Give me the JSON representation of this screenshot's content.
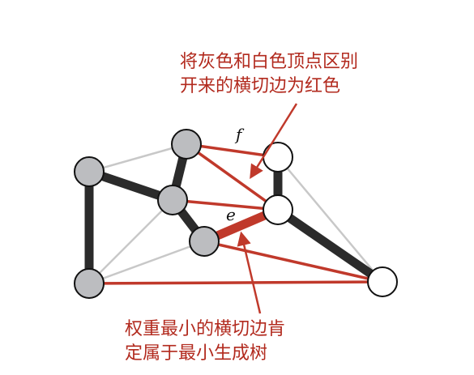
{
  "annotations": {
    "cut_note": [
      "将灰色和白色顶点区别",
      "开来的横切边为红色"
    ],
    "mst_note": [
      "权重最小的横切边肯",
      "定属于最小生成树"
    ]
  },
  "edge_labels": {
    "f": "f",
    "e": "e"
  },
  "colors": {
    "gray_vertex": "#bcbdc0",
    "white_vertex": "#ffffff",
    "tree_edge": "#2b2b2b",
    "crossing_edge": "#c0392b",
    "other_edge": "#c8c8c8",
    "annotation_text": "#b22a1e"
  },
  "graph": {
    "vertices": [
      {
        "id": "g1",
        "set": "gray"
      },
      {
        "id": "g2",
        "set": "gray"
      },
      {
        "id": "g3",
        "set": "gray"
      },
      {
        "id": "g4",
        "set": "gray"
      },
      {
        "id": "g5",
        "set": "gray"
      },
      {
        "id": "w1",
        "set": "white"
      },
      {
        "id": "w2",
        "set": "white"
      },
      {
        "id": "w3",
        "set": "white"
      }
    ],
    "edges": [
      {
        "from": "g1",
        "to": "g2",
        "kind": "other"
      },
      {
        "from": "g1",
        "to": "g4",
        "kind": "other"
      },
      {
        "from": "g3",
        "to": "g4",
        "kind": "other"
      },
      {
        "from": "g4",
        "to": "g5",
        "kind": "other"
      },
      {
        "from": "w1",
        "to": "w3",
        "kind": "other"
      },
      {
        "from": "g1",
        "to": "g3",
        "kind": "tree"
      },
      {
        "from": "g1",
        "to": "g4",
        "kind": "tree"
      },
      {
        "from": "g2",
        "to": "g3",
        "kind": "tree"
      },
      {
        "from": "g3",
        "to": "g5",
        "kind": "tree"
      },
      {
        "from": "w1",
        "to": "w2",
        "kind": "tree"
      },
      {
        "from": "w2",
        "to": "w3",
        "kind": "tree"
      },
      {
        "from": "g2",
        "to": "w1",
        "kind": "crossing",
        "label": "f"
      },
      {
        "from": "g2",
        "to": "w2",
        "kind": "crossing"
      },
      {
        "from": "g3",
        "to": "w2",
        "kind": "crossing"
      },
      {
        "from": "g5",
        "to": "w2",
        "kind": "crossing",
        "label": "e",
        "min": true
      },
      {
        "from": "g5",
        "to": "w3",
        "kind": "crossing"
      },
      {
        "from": "g4",
        "to": "w3",
        "kind": "crossing"
      }
    ]
  }
}
